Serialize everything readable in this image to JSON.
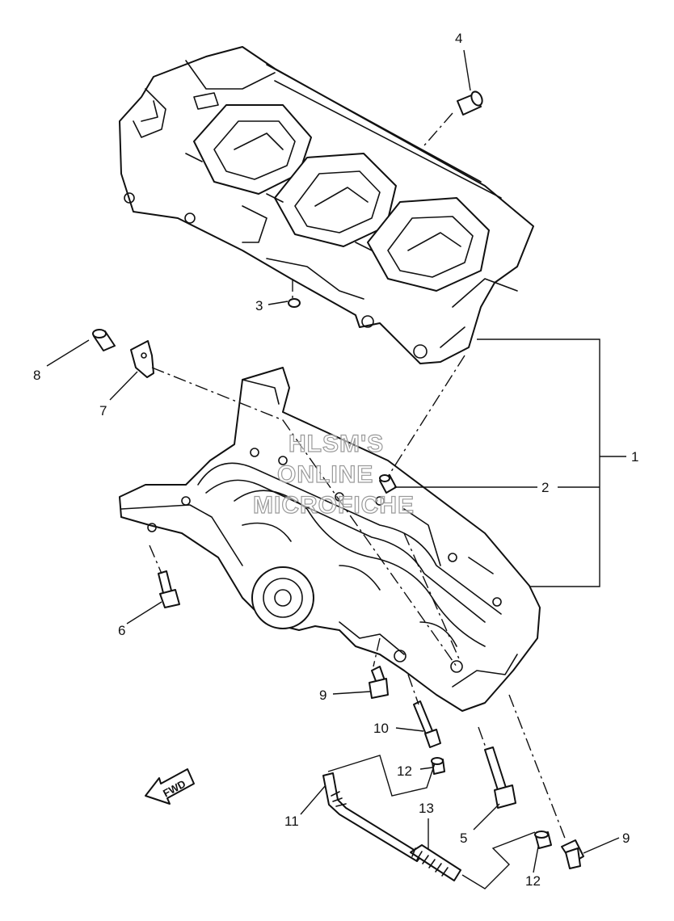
{
  "callouts": {
    "c1": "1",
    "c2": "2",
    "c3": "3",
    "c4": "4",
    "c5": "5",
    "c6": "6",
    "c7": "7",
    "c8": "8",
    "c9a": "9",
    "c9b": "9",
    "c10": "10",
    "c11": "11",
    "c12a": "12",
    "c12b": "12",
    "c13": "13"
  },
  "watermark": {
    "line1": "HLSM'S",
    "line2": "ONLINE",
    "line3": "MICROFICHE"
  },
  "direction_arrow": {
    "label": "FWD"
  }
}
